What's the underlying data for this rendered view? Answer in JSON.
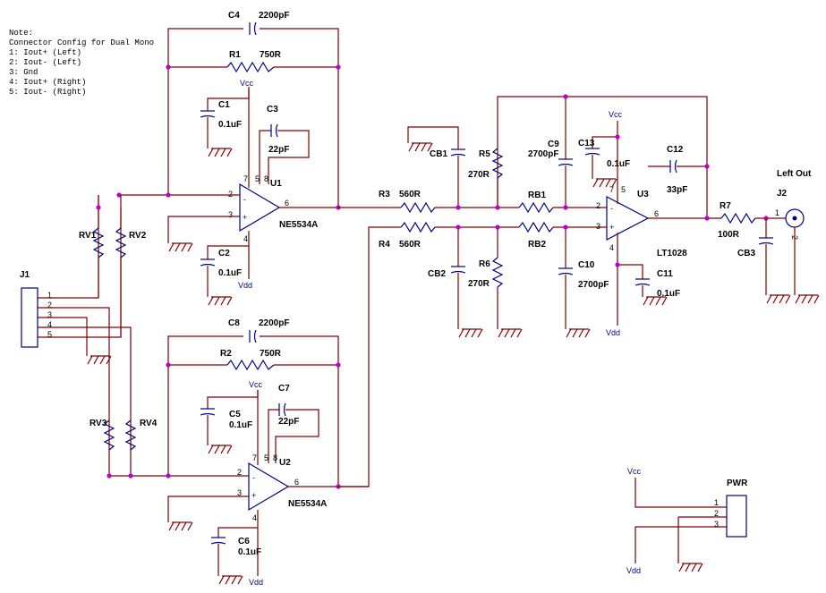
{
  "note": {
    "lines": [
      "Note:",
      "Connector Config for Dual Mono",
      "1: Iout+ (Left)",
      "2: Iout-  (Left)",
      "3: Gnd",
      "4: Iout+ (Right)",
      "5: Iout-  (Right)"
    ]
  },
  "components": {
    "C4": {
      "ref": "C4",
      "value": "2200pF"
    },
    "R1": {
      "ref": "R1",
      "value": "750R"
    },
    "C1": {
      "ref": "C1",
      "value": "0.1uF"
    },
    "C3": {
      "ref": "C3",
      "value": "22pF"
    },
    "U1": {
      "ref": "U1",
      "value": "NE5534A"
    },
    "C2": {
      "ref": "C2",
      "value": "0.1uF"
    },
    "RV1": {
      "ref": "RV1"
    },
    "RV2": {
      "ref": "RV2"
    },
    "RV3": {
      "ref": "RV3"
    },
    "RV4": {
      "ref": "RV4"
    },
    "J1": {
      "ref": "J1"
    },
    "C8": {
      "ref": "C8",
      "value": "2200pF"
    },
    "R2": {
      "ref": "R2",
      "value": "750R"
    },
    "C5": {
      "ref": "C5",
      "value": "0.1uF"
    },
    "C7": {
      "ref": "C7",
      "value": "22pF"
    },
    "U2": {
      "ref": "U2",
      "value": "NE5534A"
    },
    "C6": {
      "ref": "C6",
      "value": "0.1uF"
    },
    "R3": {
      "ref": "R3",
      "value": "560R"
    },
    "R4": {
      "ref": "R4",
      "value": "560R"
    },
    "CB1": {
      "ref": "CB1"
    },
    "CB2": {
      "ref": "CB2"
    },
    "R5": {
      "ref": "R5",
      "value": "270R"
    },
    "R6": {
      "ref": "R6",
      "value": "270R"
    },
    "RB1": {
      "ref": "RB1"
    },
    "RB2": {
      "ref": "RB2"
    },
    "C9": {
      "ref": "C9",
      "value": "2700pF"
    },
    "C10": {
      "ref": "C10",
      "value": "2700pF"
    },
    "C13": {
      "ref": "C13",
      "value": "0.1uF"
    },
    "C11": {
      "ref": "C11",
      "value": "0.1uF"
    },
    "C12": {
      "ref": "C12",
      "value": "33pF"
    },
    "U3": {
      "ref": "U3",
      "value": "LT1028"
    },
    "R7": {
      "ref": "R7",
      "value": "100R"
    },
    "CB3": {
      "ref": "CB3"
    },
    "J2": {
      "ref": "J2",
      "label": "Left Out"
    },
    "PWR": {
      "ref": "PWR"
    }
  },
  "nets": {
    "vcc": "Vcc",
    "vdd": "Vdd"
  },
  "pins": {
    "p1": "1",
    "p2": "2",
    "p3": "3",
    "p4": "4",
    "p5": "5",
    "p6": "6",
    "p7": "7",
    "p8": "8",
    "plus": "+",
    "minus": "-"
  },
  "colors": {
    "wire": "#800000",
    "component": "#000080",
    "junction": "#c000c0"
  }
}
